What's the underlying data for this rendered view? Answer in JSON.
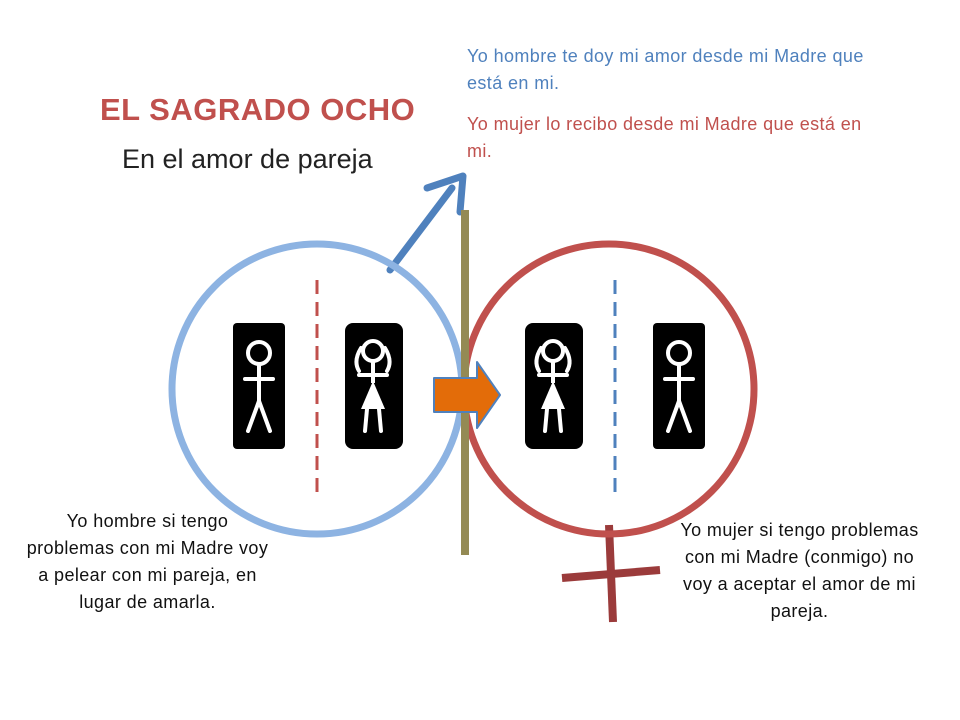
{
  "title": "EL SAGRADO OCHO",
  "subtitle": "En el amor de pareja",
  "top_notes": {
    "man": "Yo hombre te doy mi amor desde mi Madre que está en mi.",
    "woman": "Yo mujer lo recibo desde mi Madre que está en mi."
  },
  "captions": {
    "man": "Yo hombre si tengo problemas con mi Madre voy a pelear con mi pareja, en lugar de amarla.",
    "woman": "Yo mujer si tengo problemas con mi Madre (conmigo) no voy a aceptar el amor de mi pareja."
  },
  "colors": {
    "male_circle": "#8db3e2",
    "female_circle": "#c0504d",
    "male_arrow": "#4f81bd",
    "female_symbol": "#9b3b3b",
    "center_bar": "#948a54",
    "flow_arrow": "#e36c09",
    "flow_arrow_stroke": "#4f81bd",
    "figure_bg": "#000000",
    "figure_line": "#ffffff"
  },
  "icons": {
    "left_circle": [
      "man-figure-icon",
      "woman-figure-icon"
    ],
    "right_circle": [
      "woman-figure-icon",
      "man-figure-icon"
    ],
    "male_symbol": "male-symbol-arrow-icon",
    "female_symbol": "female-symbol-cross-icon",
    "flow": "orange-right-arrow-icon"
  }
}
